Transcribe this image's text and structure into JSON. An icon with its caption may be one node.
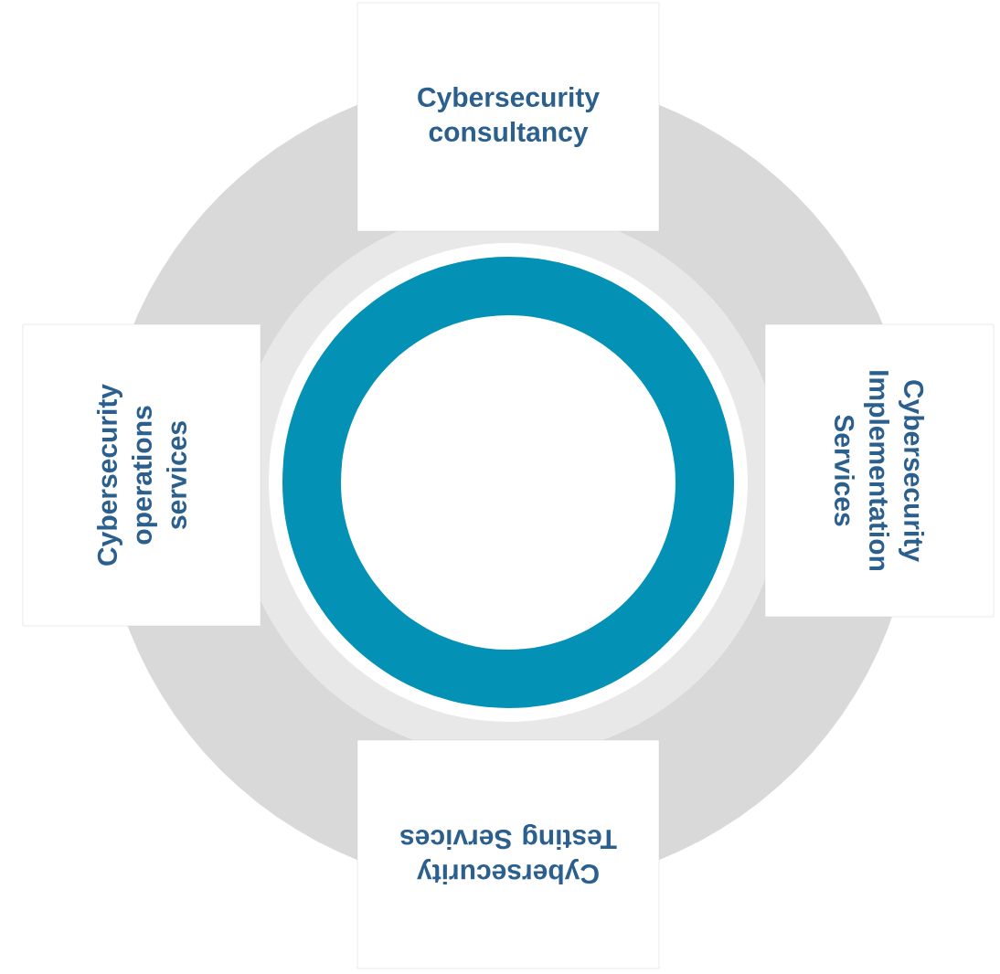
{
  "diagram": {
    "nodes": [
      {
        "text": [
          "Cybersecurity consultancy"
        ]
      },
      {
        "text": [
          "Cybersecurity Implementation Services"
        ]
      },
      {
        "text": [
          "Cybersecurity Testing Services"
        ]
      },
      {
        "text": [
          "Cybersecurity operations services"
        ]
      }
    ]
  }
}
